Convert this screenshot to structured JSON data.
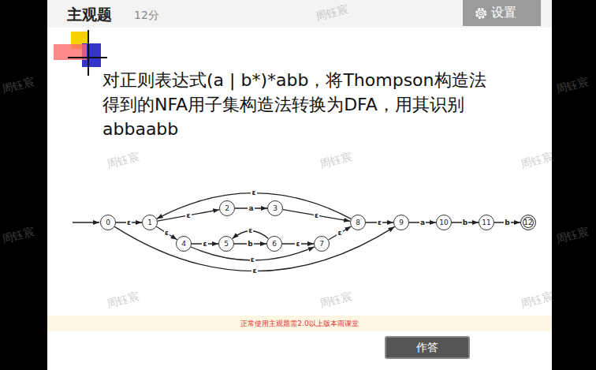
{
  "diagram": {
    "title": "对正则表达式(a | b*)*abb，将Thompson构造法 得到的NFA用子集构造法转换为DFA，用其识别 abbaabb",
    "nodes": [
      {
        "text": [
          "设置"
        ]
      },
      {
        "text": [
          "0"
        ]
      },
      {
        "text": [
          "1"
        ]
      },
      {
        "text": [
          "2"
        ]
      },
      {
        "text": [
          "3"
        ]
      },
      {
        "text": [
          "4"
        ]
      },
      {
        "text": [
          "5"
        ]
      },
      {
        "text": [
          "6"
        ]
      },
      {
        "text": [
          "7"
        ]
      },
      {
        "text": [
          "8"
        ]
      },
      {
        "text": [
          "9"
        ]
      },
      {
        "text": [
          "10"
        ]
      },
      {
        "text": [
          "11"
        ]
      },
      {
        "text": [
          "12"
        ]
      },
      {
        "text": [
          "作答"
        ]
      }
    ],
    "edges": [
      {
        "from": 1,
        "to": 2,
        "arrow": "to",
        "label": "ε"
      },
      {
        "from": 2,
        "to": 3,
        "arrow": "to",
        "label": "ε"
      },
      {
        "from": 3,
        "to": 4,
        "arrow": "to",
        "label": "a"
      },
      {
        "from": 4,
        "to": 9,
        "arrow": "to",
        "label": "ε"
      },
      {
        "from": 2,
        "to": 5,
        "arrow": "to",
        "label": "ε"
      },
      {
        "from": 5,
        "to": 6,
        "arrow": "to",
        "label": "ε"
      },
      {
        "from": 6,
        "to": 7,
        "arrow": "to",
        "label": "b"
      },
      {
        "from": 7,
        "to": 6,
        "arrow": "to",
        "label": "ε"
      },
      {
        "from": 7,
        "to": 8,
        "arrow": "to",
        "label": "ε"
      },
      {
        "from": 5,
        "to": 8,
        "arrow": "to",
        "label": "ε"
      },
      {
        "from": 8,
        "to": 9,
        "arrow": "to",
        "label": "ε"
      },
      {
        "from": 9,
        "to": 2,
        "arrow": "to",
        "label": "ε"
      },
      {
        "from": 1,
        "to": 10,
        "arrow": "to",
        "label": "ε"
      },
      {
        "from": 9,
        "to": 10,
        "arrow": "to",
        "label": "ε"
      },
      {
        "from": 10,
        "to": 11,
        "arrow": "to",
        "label": "a"
      },
      {
        "from": 11,
        "to": 12,
        "arrow": "to",
        "label": "b"
      },
      {
        "from": 12,
        "to": 13,
        "arrow": "to",
        "label": "b"
      }
    ],
    "labels": [
      "主观题",
      "12分",
      "周钰宸",
      "周钰宸",
      "周钰宸",
      "周钰宸",
      "周钰宸",
      "周钰宸",
      "周钰宸",
      "周钰宸",
      "周钰宸",
      "周钰宸",
      "周钰宸",
      "正常使用主观题需2.0以上版本雨课堂"
    ]
  }
}
